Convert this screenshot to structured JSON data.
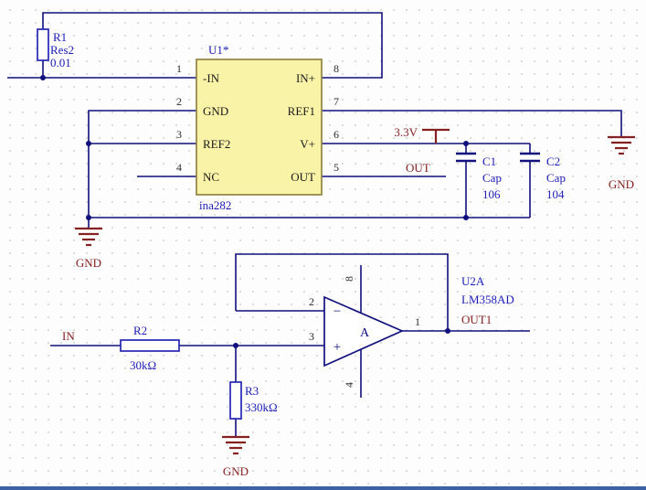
{
  "sheet": {
    "background": "#FDFDFD",
    "grid_dot_color": "#D9D9D9",
    "border_color": "#3E61A6"
  },
  "colors": {
    "wire": "#10107E",
    "designator_blue": "#1C1CB8",
    "net_label_maroon": "#862121",
    "pin_text": "#1A1A1A",
    "ic_body_fill": "#F9F3A8",
    "ic_body_stroke": "#8B7D3A"
  },
  "components": {
    "r1": {
      "designator": "R1",
      "comment": "Res2",
      "value": "0.01"
    },
    "r2": {
      "designator": "R2",
      "value": "30kΩ"
    },
    "r3": {
      "designator": "R3",
      "value": "330kΩ"
    },
    "c1": {
      "designator": "C1",
      "comment": "Cap",
      "value": "106"
    },
    "c2": {
      "designator": "C2",
      "comment": "Cap",
      "value": "104"
    },
    "u1": {
      "designator": "U1*",
      "part": "ina282",
      "pins": [
        {
          "num": "1",
          "name": "-IN"
        },
        {
          "num": "2",
          "name": "GND"
        },
        {
          "num": "3",
          "name": "REF2"
        },
        {
          "num": "4",
          "name": "NC"
        },
        {
          "num": "8",
          "name": "IN+"
        },
        {
          "num": "7",
          "name": "REF1"
        },
        {
          "num": "6",
          "name": "V+"
        },
        {
          "num": "5",
          "name": "OUT"
        }
      ]
    },
    "u2": {
      "designator": "U2A",
      "part": "LM358AD",
      "gate_letter": "A",
      "inverting_symbol": "−",
      "noninverting_symbol": "+",
      "pins": {
        "output": "1",
        "inverting": "2",
        "noninverting": "3",
        "v_minus": "4",
        "v_plus": "8"
      }
    }
  },
  "net_labels": {
    "vcc": "3.3V",
    "out": "OUT",
    "out1": "OUT1",
    "in": "IN",
    "gnd": "GND"
  }
}
